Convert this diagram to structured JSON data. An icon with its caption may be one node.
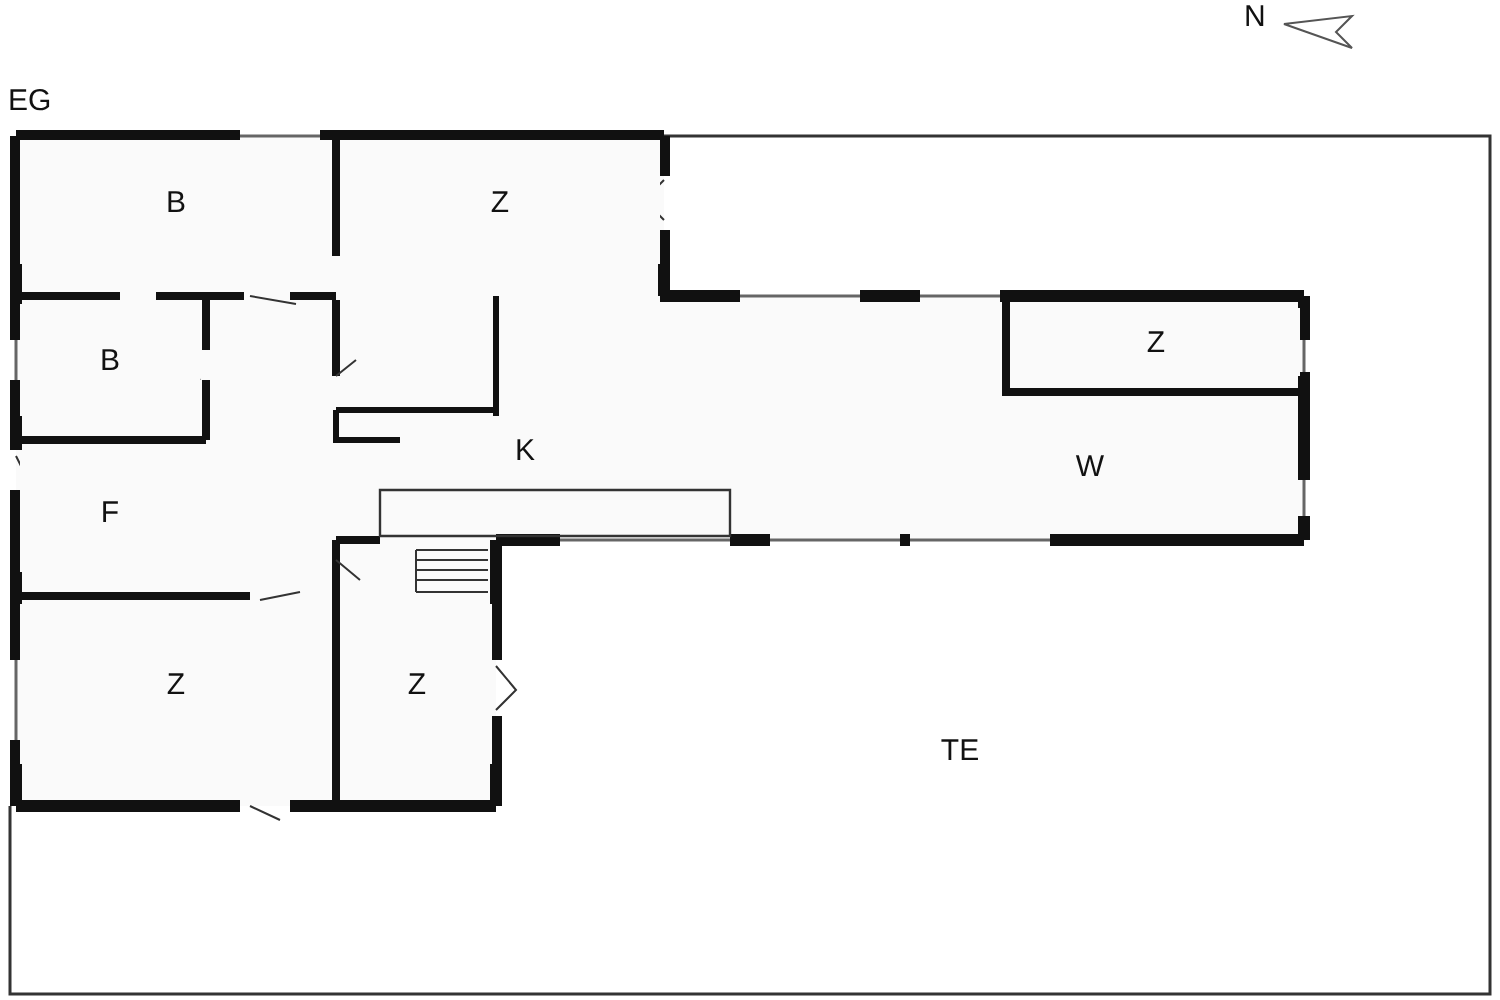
{
  "diagram": {
    "nodes": [
      {
        "text": [
          "B"
        ]
      },
      {
        "text": [
          "Z"
        ]
      },
      {
        "text": [
          "B"
        ]
      },
      {
        "text": [
          "F"
        ]
      },
      {
        "text": [
          "K"
        ]
      },
      {
        "text": [
          "Z"
        ]
      },
      {
        "text": [
          "W"
        ]
      },
      {
        "text": [
          "Z"
        ]
      },
      {
        "text": [
          "Z"
        ]
      },
      {
        "text": [
          "TE"
        ]
      }
    ],
    "labels": [
      "EG",
      "N"
    ]
  }
}
